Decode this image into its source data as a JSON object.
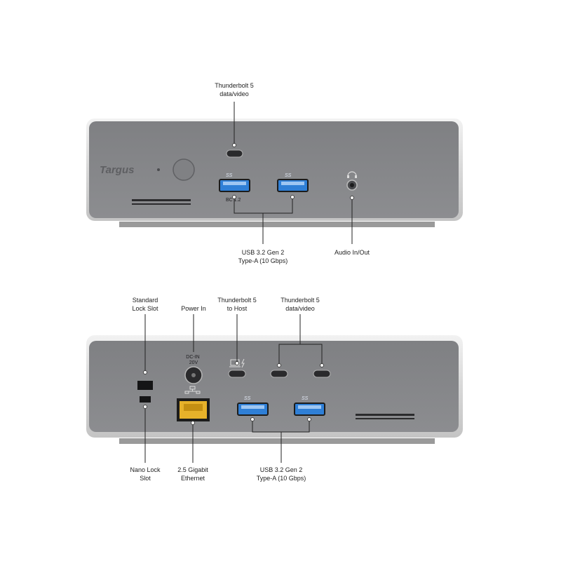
{
  "front": {
    "brand": "Targus",
    "usb_badge": "SS",
    "port_caption": "BC 1.2",
    "callouts": {
      "thunderbolt": "Thunderbolt 5\ndata/video",
      "usb": "USB 3.2 Gen 2\nType-A (10 Gbps)",
      "audio": "Audio In/Out"
    }
  },
  "rear": {
    "dc_in_label": "DC-IN\n20V",
    "usb_badge": "SS",
    "callouts": {
      "standard_lock": "Standard\nLock Slot",
      "power_in": "Power In",
      "tb_host": "Thunderbolt 5\nto Host",
      "tb_data": "Thunderbolt 5\ndata/video",
      "nano_lock": "Nano Lock\nSlot",
      "ethernet": "2.5 Gigabit\nEthernet",
      "usb": "USB 3.2 Gen 2\nType-A (10 Gbps)"
    }
  },
  "colors": {
    "body": "#8e8f91",
    "frame": "#dcdcdc",
    "usb_blue": "#2f7fd6",
    "ethernet": "#e6b12a"
  }
}
